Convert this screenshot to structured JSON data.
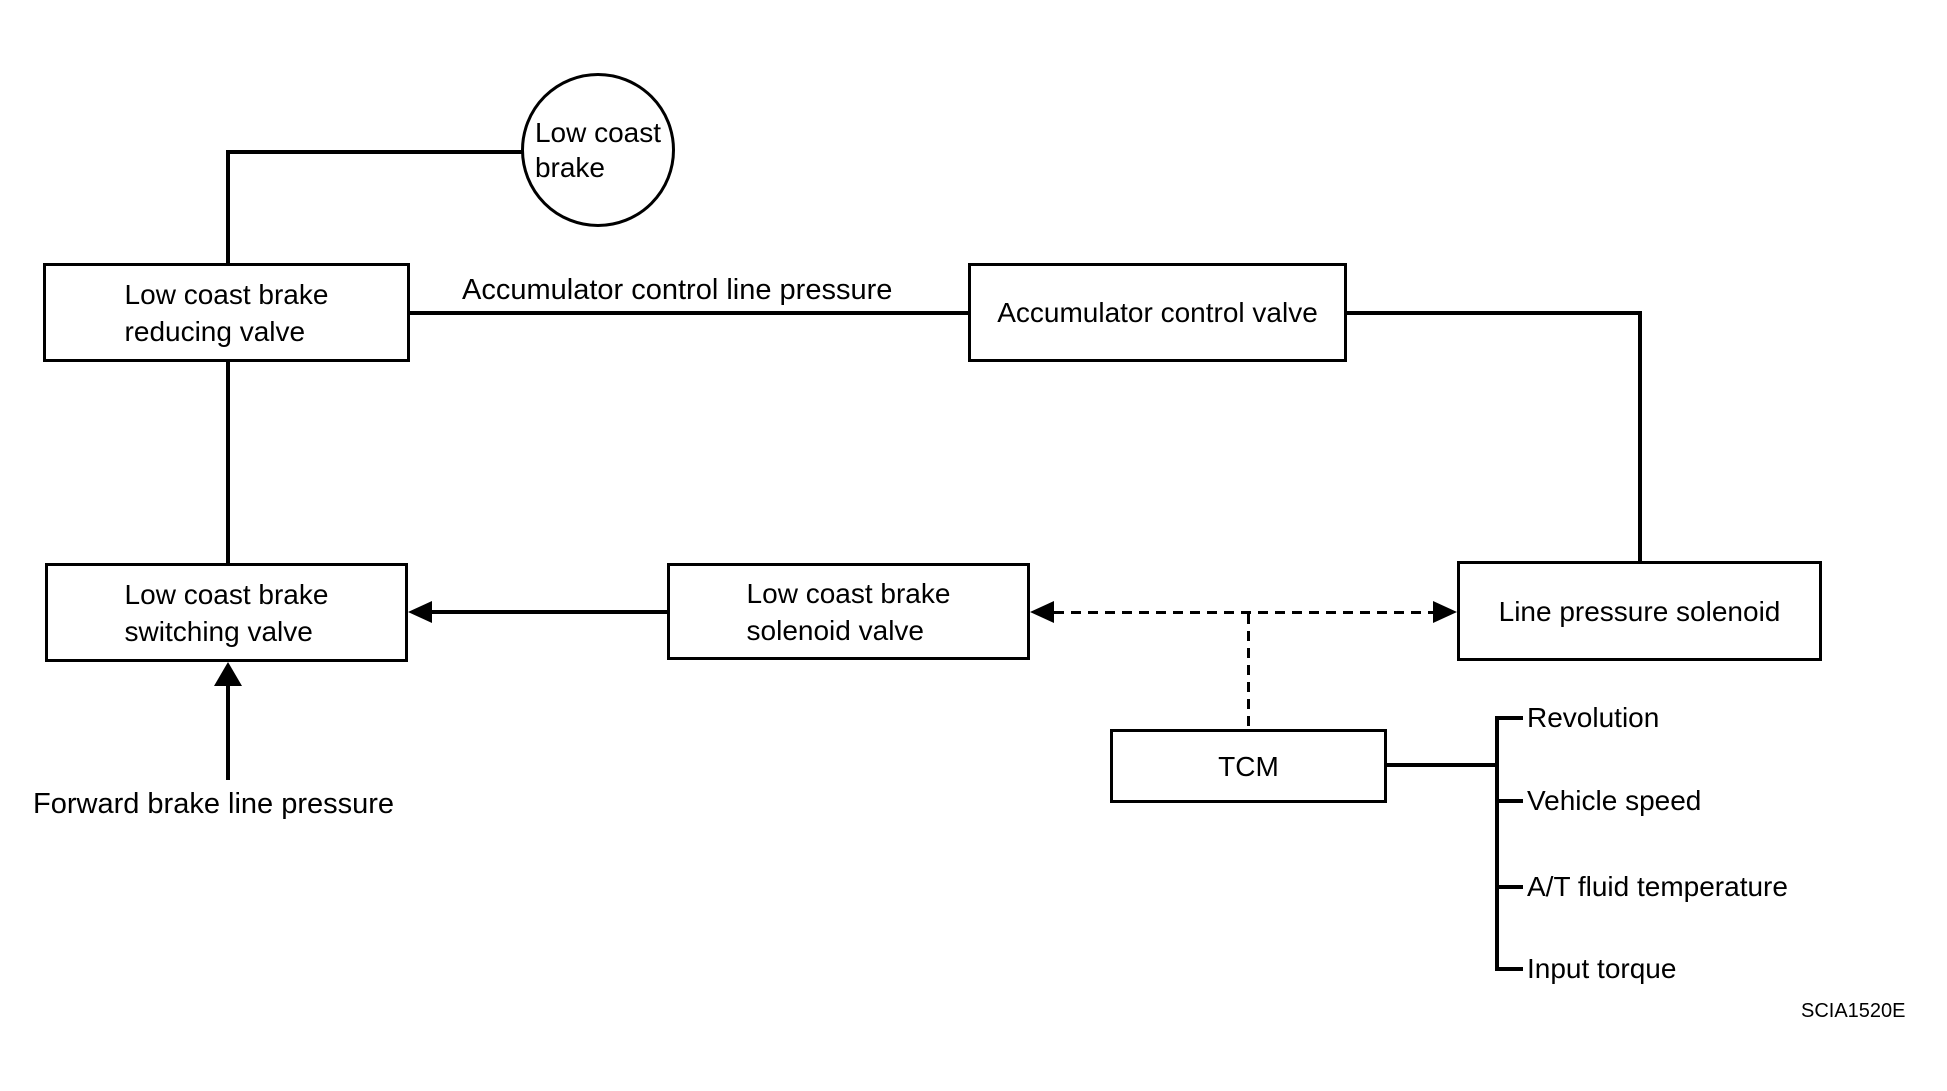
{
  "figure": {
    "code": "SCIA1520E"
  },
  "nodes": {
    "low_coast_brake": {
      "line1": "Low coast",
      "line2": "brake"
    },
    "reducing_valve": {
      "line1": "Low coast brake",
      "line2": "reducing valve"
    },
    "accumulator_valve": {
      "label": "Accumulator control valve"
    },
    "switching_valve": {
      "line1": "Low coast brake",
      "line2": "switching valve"
    },
    "solenoid_valve": {
      "line1": "Low coast brake",
      "line2": "solenoid valve"
    },
    "line_pressure_solenoid": {
      "label": "Line pressure solenoid"
    },
    "tcm": {
      "label": "TCM"
    }
  },
  "edge_labels": {
    "accumulator_control_line_pressure": "Accumulator control line pressure",
    "forward_brake_line_pressure": "Forward brake line pressure"
  },
  "tcm_inputs": [
    "Revolution",
    "Vehicle speed",
    "A/T fluid temperature",
    "Input torque"
  ],
  "colors": {
    "line": "#000000",
    "background": "#ffffff"
  }
}
